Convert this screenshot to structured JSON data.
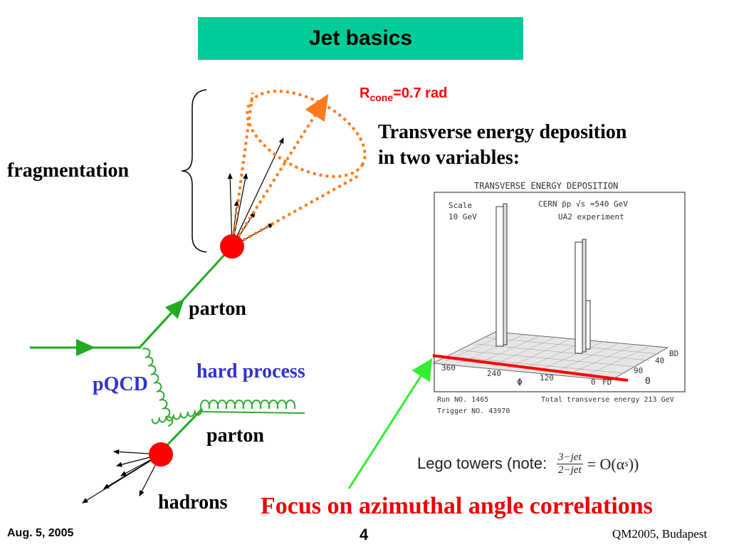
{
  "slide": {
    "title": "Jet basics",
    "labels": {
      "fragmentation": "fragmentation",
      "parton_top": "parton",
      "hard_process": "hard process",
      "pqcd": "pQCD",
      "parton_bottom": "parton",
      "hadrons": "hadrons"
    },
    "rcone": {
      "symbol": "R",
      "subscript": "cone",
      "value": "=0.7 rad"
    },
    "te_heading": [
      "Transverse energy deposition",
      "in two variables:"
    ],
    "lego_plot": {
      "title": "TRANSVERSE ENERGY DEPOSITION",
      "scale_label": "Scale",
      "scale_value": "10 GeV",
      "experiment_line1": "CERN p̄p √s =540 GeV",
      "experiment_line2": "UA2 experiment",
      "phi_ticks": [
        "360",
        "240",
        "120",
        "0"
      ],
      "phi_label": "Φ",
      "theta_ticks": [
        "FD",
        "90",
        "40",
        "BD"
      ],
      "theta_label": "Θ",
      "run": "Run NO. 1465",
      "trigger": "Trigger NO. 43970",
      "total_et": "Total transverse energy 213 GeV"
    },
    "lego_caption": "Lego towers (note:",
    "lego_formula": {
      "num": "3−jet",
      "den": "2−jet",
      "rhs": "= O(α",
      "rhs_sub": "s",
      "close": "))"
    },
    "focus": "Focus on azimuthal angle correlations",
    "footer": {
      "date": "Aug. 5, 2005",
      "page": "4",
      "conference": "QM2005, Budapest"
    },
    "colors": {
      "title_bg": "#00cc99",
      "line_green": "#22aa22",
      "gluon_green": "#33aa33",
      "blob_red": "#ff0000",
      "cone_orange": "#ff7a1a",
      "arrow_green": "#33ee33",
      "accent_red": "#ee0000",
      "label_blue": "#3333cc"
    }
  }
}
